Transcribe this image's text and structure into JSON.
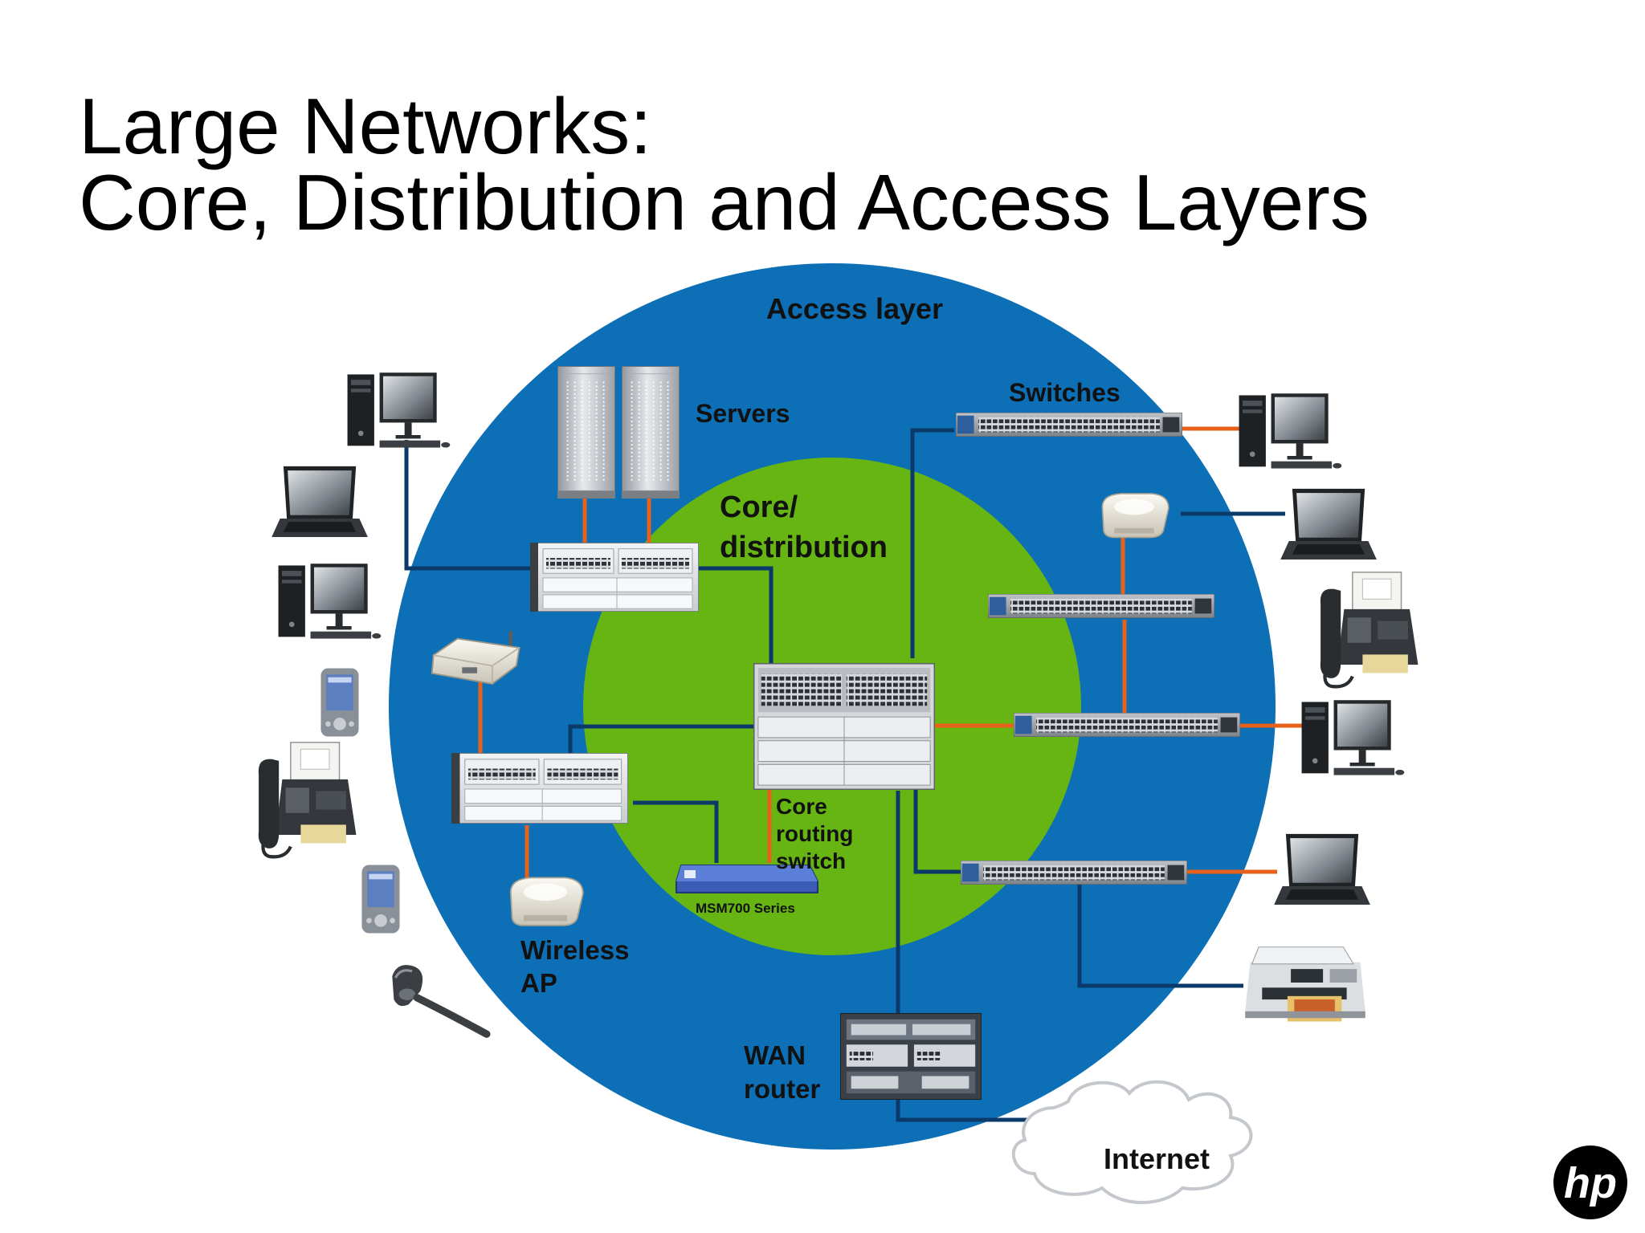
{
  "slide": {
    "title_line1": "Large Networks:",
    "title_line2": "Core, Distribution and Access Layers"
  },
  "diagram": {
    "access_layer_label": "Access layer",
    "core_label_line1": "Core/",
    "core_label_line2": "distribution",
    "servers_label": "Servers",
    "switches_label": "Switches",
    "core_switch_label_line1": "Core",
    "core_switch_label_line2": "routing",
    "core_switch_label_line3": "switch",
    "msm_label": "MSM700 Series",
    "wireless_ap_label_line1": "Wireless",
    "wireless_ap_label_line2": "AP",
    "wan_label_line1": "WAN",
    "wan_label_line2": "router",
    "internet_label": "Internet",
    "logo_text": "hp"
  },
  "colors": {
    "outer_ring": "#0d6fb5",
    "inner_core": "#66b512",
    "blue_link": "#0a3a6a",
    "orange_link": "#e8611a",
    "logo": "#000000"
  },
  "icons": {
    "desktop": "desktop-computer-icon",
    "laptop": "laptop-icon",
    "pda": "pda-icon",
    "fax": "fax-machine-icon",
    "headset": "headset-icon",
    "printer": "printer-icon",
    "access_point": "wireless-access-point-icon",
    "switch": "network-switch-icon",
    "server": "server-tower-icon",
    "router": "wan-router-icon",
    "cloud": "internet-cloud-icon"
  }
}
